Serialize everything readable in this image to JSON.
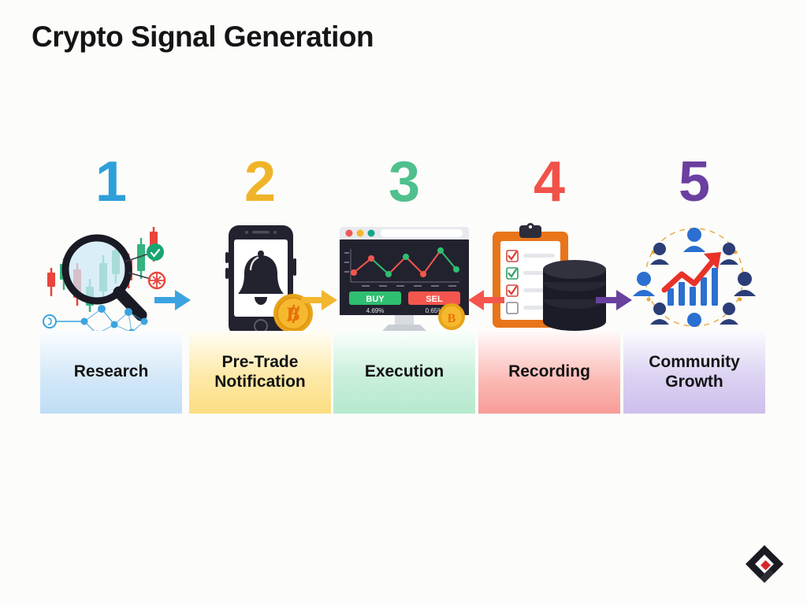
{
  "page": {
    "title": "Crypto Signal Generation",
    "background_color": "#FCFCFA",
    "logo_name": "brand-logo"
  },
  "steps": [
    {
      "number": "1",
      "number_color": "#2F9FDA",
      "label": "Research",
      "card_color": "#C8E2F6",
      "icon": "magnifier-candlestick-network-icon",
      "art_elements": [
        "candlestick-chart",
        "magnifying-glass",
        "check-badge",
        "alert-badge",
        "network-graph"
      ]
    },
    {
      "number": "2",
      "number_color": "#EFB429",
      "label": "Pre-Trade Notification",
      "card_color": "#FBE19A",
      "icon": "phone-bell-bitcoin-icon",
      "art_elements": [
        "smartphone",
        "notification-bell",
        "bitcoin-coin"
      ]
    },
    {
      "number": "3",
      "number_color": "#4FC08D",
      "label": "Execution",
      "card_color": "#C2EDD6",
      "icon": "monitor-trading-terminal-icon",
      "art_elements": [
        "browser-window",
        "line-chart",
        "buy-button",
        "sell-button",
        "bitcoin-coin"
      ]
    },
    {
      "number": "4",
      "number_color": "#F0524A",
      "label": "Recording",
      "card_color": "#F9AEA9",
      "icon": "clipboard-database-icon",
      "art_elements": [
        "clipboard",
        "checklist",
        "database-stack"
      ]
    },
    {
      "number": "5",
      "number_color": "#6B3FA0",
      "label": "Community Growth",
      "card_color": "#D5C9EF",
      "icon": "people-network-growth-icon",
      "art_elements": [
        "people-circle",
        "bar-chart",
        "growth-arrow"
      ]
    }
  ],
  "arrows": [
    {
      "name": "arrow-step1-to-step2",
      "direction": "right",
      "color": "#3BA3DF"
    },
    {
      "name": "arrow-step2-to-step3",
      "direction": "right",
      "color": "#F2B62F"
    },
    {
      "name": "arrow-step4-to-step3",
      "direction": "left",
      "color": "#F4564E"
    },
    {
      "name": "arrow-step4-to-step5",
      "direction": "right",
      "color": "#68409E"
    }
  ],
  "terminal": {
    "buy_label": "BUY",
    "sell_label": "SEL",
    "buy_percent": "4.69%",
    "sell_percent": "0.65%",
    "buy_color": "#2FBF71",
    "sell_color": "#F4564E",
    "traffic_lights": [
      "#EC5A55",
      "#F2B62F",
      "#13A68A"
    ]
  },
  "checklist": {
    "items": [
      {
        "checked": true,
        "mark_color": "#E03A2F"
      },
      {
        "checked": true,
        "mark_color": "#2E9E63"
      },
      {
        "checked": true,
        "mark_color": "#E03A2F"
      },
      {
        "checked": false,
        "mark_color": "#FFFFFF"
      }
    ]
  }
}
